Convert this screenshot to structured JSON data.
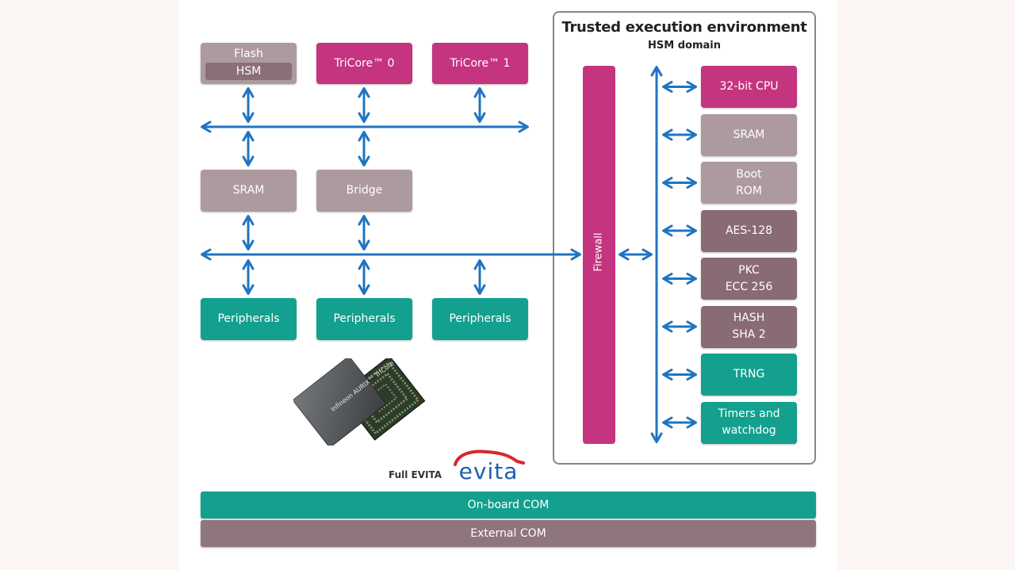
{
  "soc": {
    "flash": {
      "label": "Flash",
      "inner_label": "HSM"
    },
    "tricore0": "TriCore™ 0",
    "tricore1": "TriCore™ 1",
    "sram": "SRAM",
    "bridge": "Bridge",
    "peripherals": [
      "Peripherals",
      "Peripherals",
      "Peripherals"
    ]
  },
  "tee": {
    "title": "Trusted execution environment",
    "subtitle": "HSM domain",
    "firewall": "Firewall",
    "modules": [
      {
        "label": "32-bit CPU",
        "color": "magenta"
      },
      {
        "label": "SRAM",
        "color": "mauve-light"
      },
      {
        "label": "Boot\nROM",
        "color": "mauve-light"
      },
      {
        "label": "AES-128",
        "color": "mauve-dark"
      },
      {
        "label": "PKC\nECC 256",
        "color": "mauve-dark"
      },
      {
        "label": "HASH\nSHA 2",
        "color": "mauve-dark"
      },
      {
        "label": "TRNG",
        "color": "teal"
      },
      {
        "label": "Timers and\nwatchdog",
        "color": "teal"
      }
    ]
  },
  "branding": {
    "chip_text": "Infineon AURIX™ TriCore™",
    "full_evita": "Full EVITA",
    "evita_logo": "evita"
  },
  "com": {
    "onboard": "On-board COM",
    "external": "External COM"
  },
  "colors": {
    "magenta": "#c4347f",
    "mauve": "#9b7f86",
    "teal": "#13a08e",
    "bus_blue": "#1f74c2"
  }
}
